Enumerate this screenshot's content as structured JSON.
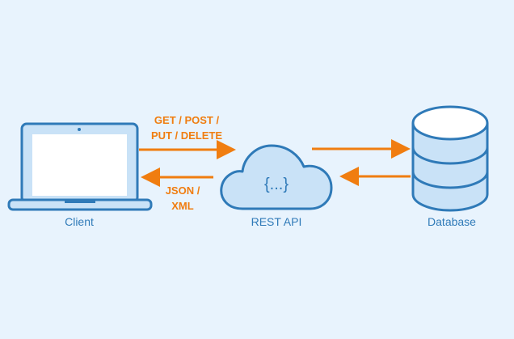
{
  "colors": {
    "background": "#e8f3fd",
    "outline": "#2f7ab8",
    "fill": "#c9e2f7",
    "screen": "#ffffff",
    "arrow": "#f07d10"
  },
  "nodes": {
    "client": {
      "label": "Client",
      "icon": "laptop-icon"
    },
    "api": {
      "label": "REST API",
      "icon": "cloud-icon",
      "glyph": "{...}"
    },
    "database": {
      "label": "Database",
      "icon": "database-icon"
    }
  },
  "edges": {
    "request": {
      "line1": "GET / POST /",
      "line2": "PUT / DELETE"
    },
    "response": {
      "line1": "JSON /",
      "line2": "XML"
    }
  }
}
